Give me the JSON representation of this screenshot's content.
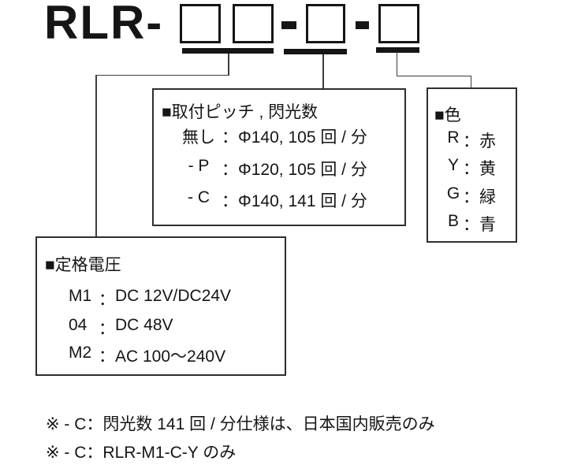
{
  "model": {
    "prefix": "RLR-",
    "fields": [
      2,
      1,
      1
    ]
  },
  "separator": "：",
  "sections": {
    "pitch": {
      "title": "■取付ピッチ , 閃光数",
      "options": [
        {
          "code": "無し",
          "value": "Φ140, 105 回 / 分"
        },
        {
          "code": "- P",
          "value": "Φ120, 105 回 / 分"
        },
        {
          "code": "- C",
          "value": "Φ140, 141 回 / 分"
        }
      ]
    },
    "color": {
      "title": "■色",
      "options": [
        {
          "code": "R",
          "value": "赤"
        },
        {
          "code": "Y",
          "value": "黄"
        },
        {
          "code": "G",
          "value": "緑"
        },
        {
          "code": "B",
          "value": "青"
        }
      ]
    },
    "voltage": {
      "title": "■定格電圧",
      "options": [
        {
          "code": "M1",
          "value": "DC 12V/DC24V"
        },
        {
          "code": "04",
          "value": "DC 48V"
        },
        {
          "code": "M2",
          "value": "AC 100～240V"
        }
      ]
    }
  },
  "notes": [
    "※ - C：閃光数 141 回 / 分仕様は、日本国内販売のみ",
    "※ - C：RLR-M1-C-Y のみ"
  ],
  "colors": {
    "ink": "#151515",
    "connector": "#3c3c3c"
  }
}
